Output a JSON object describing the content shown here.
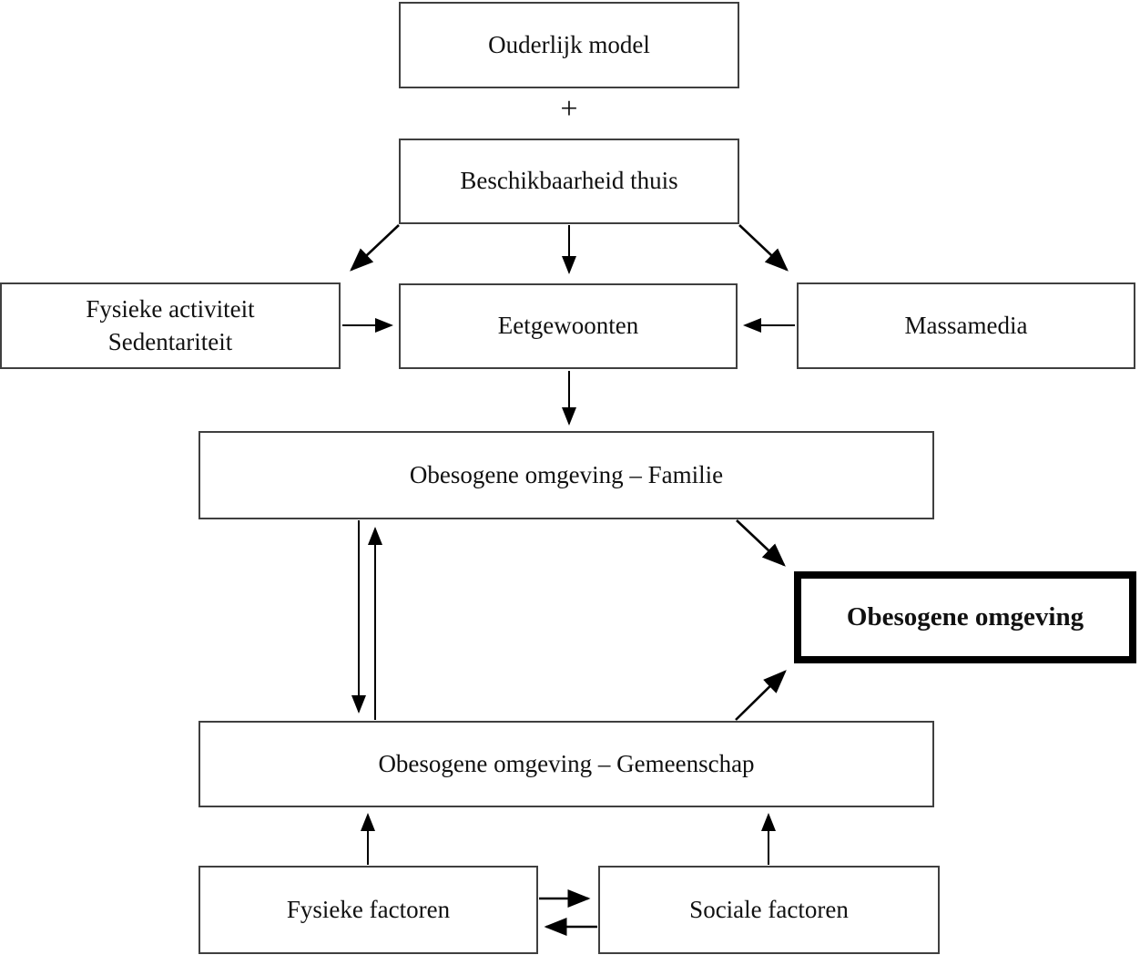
{
  "nodes": {
    "ouderlijk_model": "Ouderlijk model",
    "plus": "+",
    "beschikbaarheid_thuis": "Beschikbaarheid thuis",
    "fysieke_activiteit_line1": "Fysieke activiteit",
    "fysieke_activiteit_line2": "Sedentariteit",
    "eetgewoonten": "Eetgewoonten",
    "massamedia": "Massamedia",
    "obesogene_familie": "Obesogene omgeving – Familie",
    "obesogene_omgeving": "Obesogene omgeving",
    "obesogene_gemeenschap": "Obesogene omgeving – Gemeenschap",
    "fysieke_factoren": "Fysieke factoren",
    "sociale_factoren": "Sociale factoren"
  },
  "colors": {
    "background": "#ffffff",
    "box_border": "#3f3f3f",
    "emphasis_box_border": "#000000",
    "arrow": "#000000",
    "text": "#111111"
  }
}
